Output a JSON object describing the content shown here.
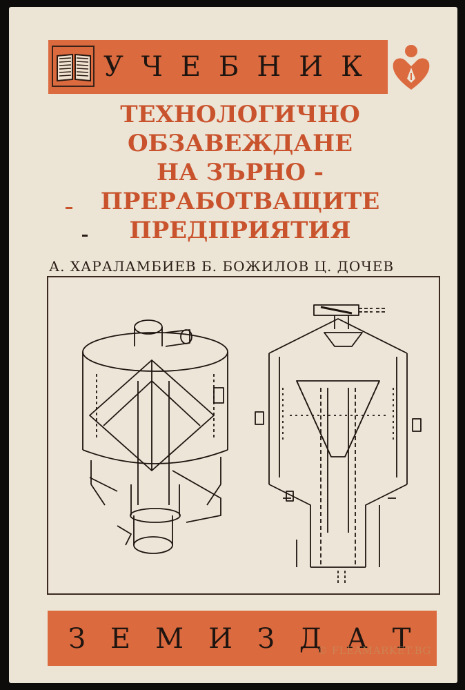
{
  "cover": {
    "series_label": "УЧЕБНИК",
    "title_lines": [
      "ТЕХНОЛОГИЧНО",
      "ОБЗАВЕЖДАНЕ",
      "НА ЗЪРНО -",
      "ПРЕРАБОТВАЩИТЕ",
      "ПРЕДПРИЯТИЯ"
    ],
    "authors": "А. ХАРАЛАМБИЕВ   Б. БОЖИЛОВ   Ц. ДОЧЕВ",
    "publisher": "ЗЕМИЗДАТ",
    "watermark": "© FLEAMARKET.BG"
  },
  "icons": {
    "book": "book-icon",
    "emblem": "heart-pen-emblem-icon"
  },
  "colors": {
    "band": "#db6a3f",
    "title": "#c9532d",
    "paper": "#ece4d5",
    "ink": "#1f1510"
  }
}
